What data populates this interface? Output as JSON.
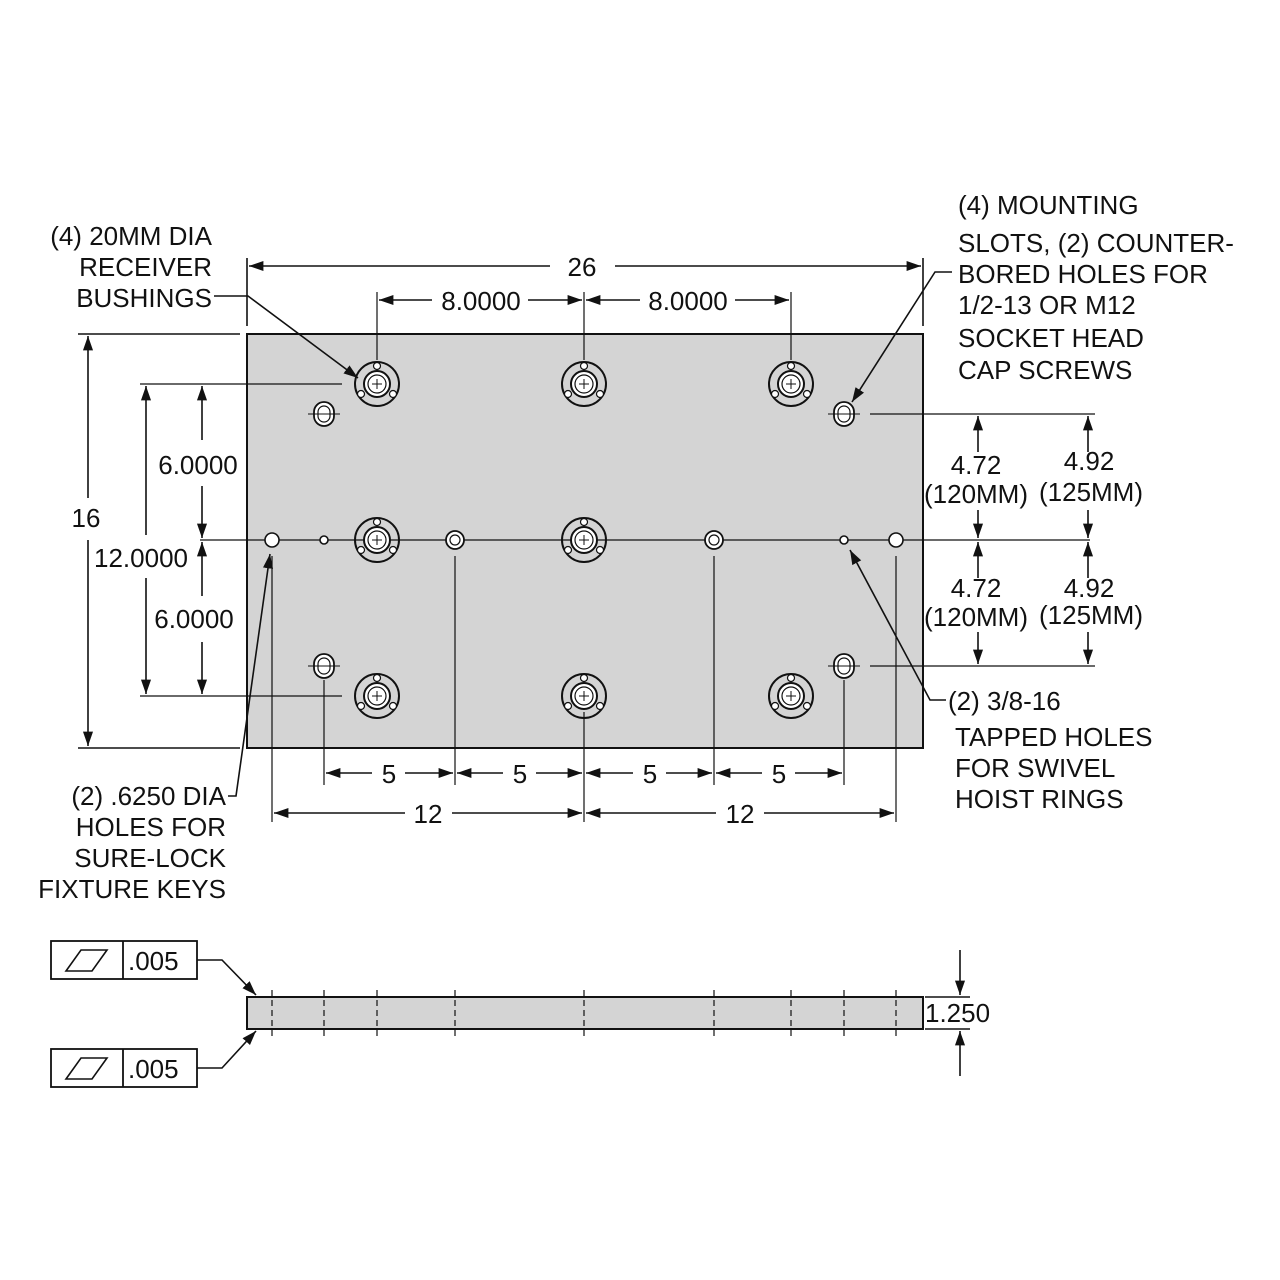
{
  "colors": {
    "plate_fill": "#d4d4d4",
    "ink": "#111111",
    "background": "#ffffff"
  },
  "dimensions": {
    "overall_width": "26",
    "overall_height": "16",
    "bushing_pitch_left": "8.0000",
    "bushing_pitch_right": "8.0000",
    "vertical_upper": "6.0000",
    "vertical_lower": "6.0000",
    "vertical_total": "12.0000",
    "slot_upper_mm120": "4.72",
    "slot_upper_mm120_metric": "(120MM)",
    "slot_upper_mm125": "4.92",
    "slot_upper_mm125_metric": "(125MM)",
    "slot_lower_mm120": "4.72",
    "slot_lower_mm120_metric": "(120MM)",
    "slot_lower_mm125": "4.92",
    "slot_lower_mm125_metric": "(125MM)",
    "hole_spacing": [
      "5",
      "5",
      "5",
      "5"
    ],
    "half_width_left": "12",
    "half_width_right": "12",
    "thickness": "1.250"
  },
  "callouts": {
    "receiver_bushings": [
      "(4) 20MM DIA",
      "RECEIVER",
      "BUSHINGS"
    ],
    "mounting_slots": [
      "(4) MOUNTING",
      "SLOTS, (2) COUNTER-",
      "BORED HOLES  FOR",
      "1/2-13 OR M12",
      "SOCKET HEAD",
      "CAP SCREWS"
    ],
    "tapped_holes": [
      "(2) 3/8-16",
      "TAPPED HOLES",
      "FOR SWIVEL",
      "HOIST RINGS"
    ],
    "fixture_keys": [
      "(2) .6250 DIA",
      "HOLES FOR",
      "SURE-LOCK",
      "FIXTURE KEYS"
    ]
  },
  "tolerances": [
    {
      "symbol": "flatness-icon",
      "value": ".005"
    },
    {
      "symbol": "flatness-icon",
      "value": ".005"
    }
  ]
}
